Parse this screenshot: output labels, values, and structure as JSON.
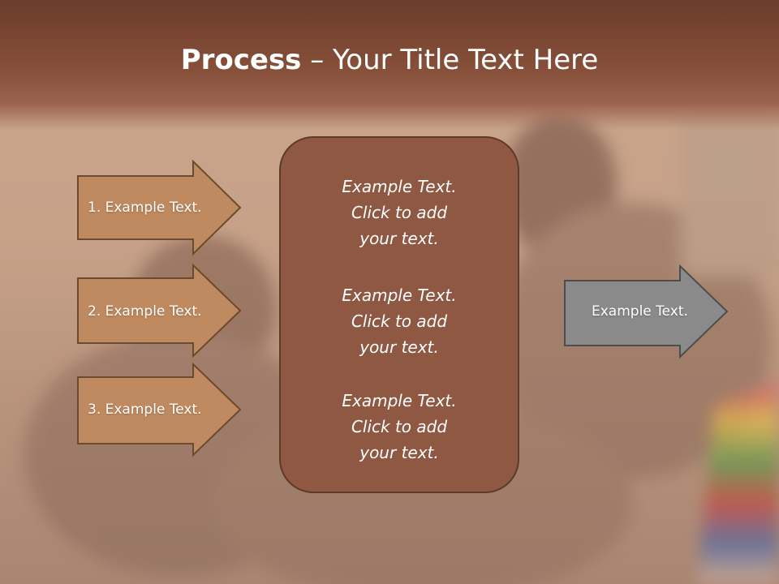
{
  "slide": {
    "title_bold": "Process",
    "title_rest": " – Your Title Text Here"
  },
  "steps": [
    {
      "label": "1. Example Text."
    },
    {
      "label": "2. Example Text."
    },
    {
      "label": "3. Example Text."
    }
  ],
  "center": {
    "blocks": [
      {
        "line1": "Example Text.",
        "line2": "Click  to add",
        "line3": "your text."
      },
      {
        "line1": "Example Text.",
        "line2": "Click  to add",
        "line3": "your text."
      },
      {
        "line1": "Example Text.",
        "line2": "Click  to add",
        "line3": "your text."
      }
    ]
  },
  "output": {
    "label": "Example Text."
  },
  "colors": {
    "title_bar": "#87503a",
    "step_arrow_fill": "#c08a60",
    "step_arrow_border": "#6b4a2e",
    "center_box_fill": "#8e5843",
    "output_arrow_fill": "#8a8a8a"
  }
}
